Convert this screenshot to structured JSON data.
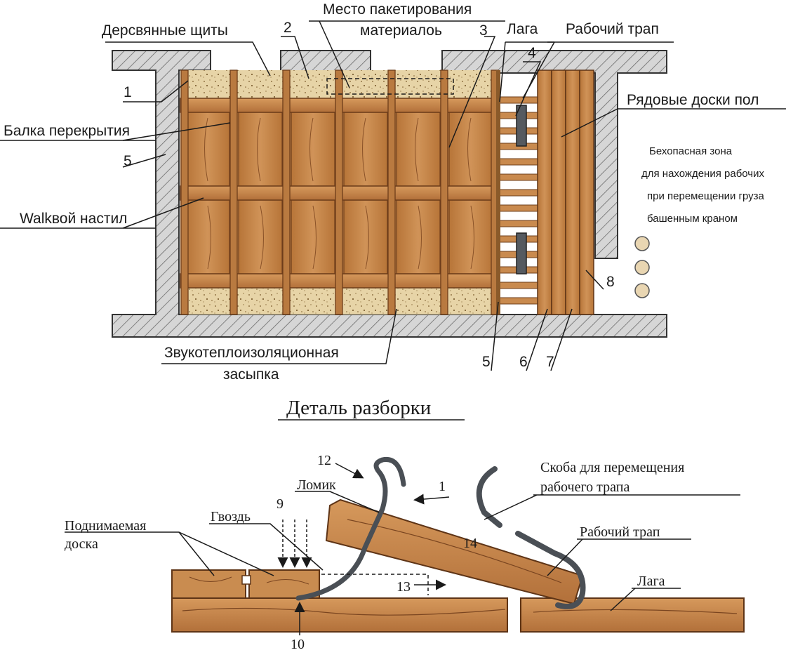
{
  "plan": {
    "labels": {
      "wood_panels": "Дерсвянные щиты",
      "n2": "2",
      "packaging_line1": "Место пакетирования",
      "packaging_line2": "материалоь",
      "n3": "3",
      "joist": "Лага",
      "n4": "4",
      "work_ladder": "Рабочий трап",
      "n1": "1",
      "floor_beam": "Балка перекрытия",
      "n5_left": "5",
      "walkway": "Walkвой настил",
      "row_boards": "Рядовые доски пол",
      "n8": "8",
      "insulation_line1": "Звукотеплоизоляционная",
      "insulation_line2": "засыпка",
      "n5_bottom": "5",
      "n6": "6",
      "n7": "7"
    },
    "safe_zone": {
      "line1": "Бехопасная зона",
      "line2": "для нахождения рабочих",
      "line3": "при перемещении груза",
      "line4": "башенным краном"
    }
  },
  "detail": {
    "title": "Деталь разборки",
    "labels": {
      "n12": "12",
      "crowbar": "Ломик",
      "n1": "1",
      "bracket_line1": "Скоба для перемещения",
      "bracket_line2": "рабочего трапа",
      "n9": "9",
      "nail": "Гвоздь",
      "lifted_board_line1": "Поднимаемая",
      "lifted_board_line2": "доска",
      "n14": "14",
      "work_ladder": "Рабочий трап",
      "n13": "13",
      "joist": "Лага",
      "n10": "10"
    }
  },
  "colors": {
    "wood": "#c8874a",
    "wood_dark": "#a9693a",
    "wood_line": "#7a4520",
    "insulation": "#e6d3a8",
    "concrete": "#cfcfcf",
    "steel": "#4a4f55"
  }
}
